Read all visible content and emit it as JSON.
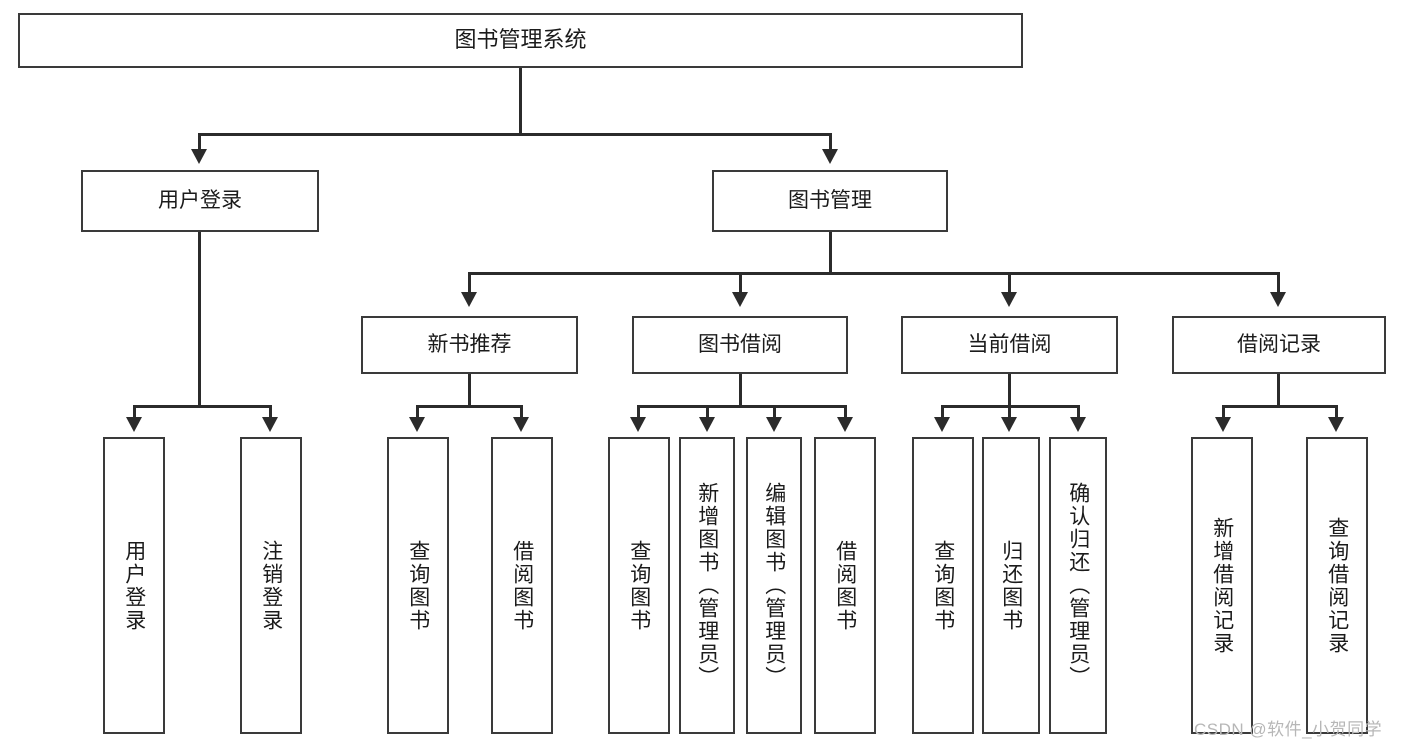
{
  "diagram": {
    "type": "tree-hierarchy",
    "title": "图书管理系统",
    "orientation": "top-down",
    "colors": {
      "box_border": "#3a3a3a",
      "connector": "#2b2b2b",
      "box_fill": "#ffffff",
      "text": "#1b1b1b",
      "watermark": "#b7b7b7",
      "background": "#ffffff"
    }
  },
  "root": {
    "label": "图书管理系统"
  },
  "level2": [
    {
      "label": "用户登录"
    },
    {
      "label": "图书管理"
    }
  ],
  "level3": [
    {
      "label": "新书推荐"
    },
    {
      "label": "图书借阅"
    },
    {
      "label": "当前借阅"
    },
    {
      "label": "借阅记录"
    }
  ],
  "leaves": {
    "user_login": [
      {
        "label": "用户登录"
      },
      {
        "label": "注销登录"
      }
    ],
    "new_book_recommend": [
      {
        "label": "查询图书"
      },
      {
        "label": "借阅图书"
      }
    ],
    "book_borrow": [
      {
        "label": "查询图书"
      },
      {
        "label": "新增图书（管理员）"
      },
      {
        "label": "编辑图书（管理员）"
      },
      {
        "label": "借阅图书"
      }
    ],
    "current_borrow": [
      {
        "label": "查询图书"
      },
      {
        "label": "归还图书"
      },
      {
        "label": "确认归还（管理员）"
      }
    ],
    "borrow_record": [
      {
        "label": "新增借阅记录"
      },
      {
        "label": "查询借阅记录"
      }
    ]
  },
  "watermark": {
    "text": "CSDN @软件_小贺同学"
  }
}
